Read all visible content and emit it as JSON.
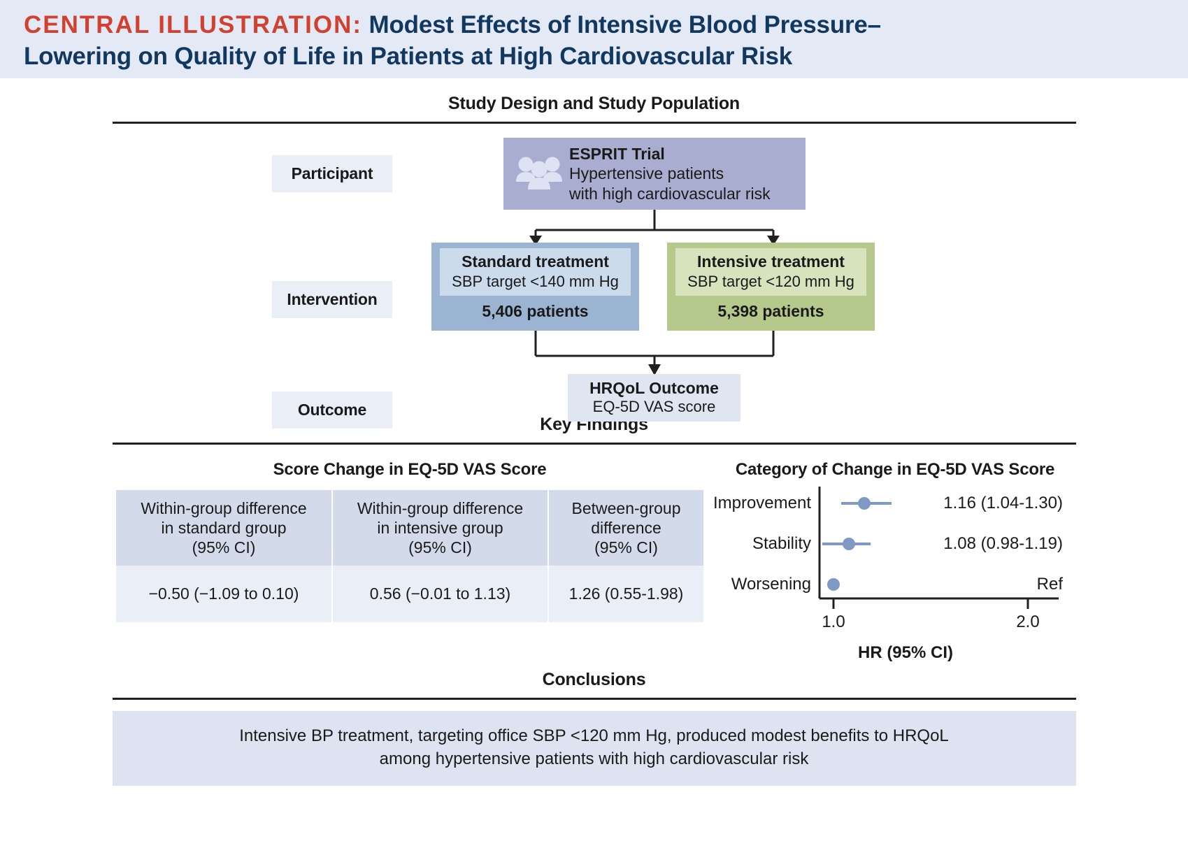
{
  "header": {
    "label": "CENTRAL ILLUSTRATION:",
    "title_line1": "Modest Effects of Intensive Blood Pressure–",
    "title_line2": "Lowering on Quality of Life in Patients at High Cardiovascular Risk",
    "accent_color": "#d2402f",
    "title_color": "#12385f",
    "banner_color": "#e4eaf5"
  },
  "sections": {
    "study_design": "Study Design and Study Population",
    "key_findings": "Key Findings",
    "conclusions": "Conclusions"
  },
  "flow": {
    "stage_participant": "Participant",
    "stage_intervention": "Intervention",
    "stage_outcome": "Outcome",
    "participant": {
      "title": "ESPRIT Trial",
      "line1": "Hypertensive patients",
      "line2": "with high cardiovascular risk",
      "color": "#a9aed1"
    },
    "standard": {
      "title": "Standard treatment",
      "target": "SBP target <140 mm Hg",
      "count": "5,406 patients",
      "color": "#9ab4d2",
      "inner_color": "#ccdbeb"
    },
    "intensive": {
      "title": "Intensive treatment",
      "target": "SBP target <120 mm Hg",
      "count": "5,398 patients",
      "color": "#b5c98c",
      "inner_color": "#d7e3bd"
    },
    "outcome": {
      "title": "HRQoL Outcome",
      "sub": "EQ-5D VAS score",
      "color": "#dfe5f1"
    }
  },
  "score_panel": {
    "title": "Score Change in EQ-5D VAS Score",
    "headers": [
      "Within-group difference\nin standard group\n(95% CI)",
      "Within-group difference\nin intensive group\n(95% CI)",
      "Between-group\ndifference\n(95% CI)"
    ],
    "header_l1": [
      "Within-group difference",
      "Within-group difference",
      "Between-group"
    ],
    "header_l2": [
      "in standard group",
      "in intensive group",
      "difference"
    ],
    "header_l3": [
      "(95% CI)",
      "(95% CI)",
      "(95% CI)"
    ],
    "values": [
      "−0.50 (−1.09 to 0.10)",
      "0.56 (−0.01 to 1.13)",
      "1.26 (0.55-1.98)"
    ]
  },
  "chart_data": {
    "type": "scatter",
    "title": "Category of Change in EQ-5D VAS Score",
    "xlabel": "HR (95% CI)",
    "ylabel": "",
    "xlim": [
      1.0,
      2.05
    ],
    "xticks": [
      1.0,
      2.0
    ],
    "xtick_labels": [
      "1.0",
      "2.0"
    ],
    "grid": false,
    "marker_color": "#7e9ac4",
    "categories": [
      "Improvement",
      "Stability",
      "Worsening"
    ],
    "points": [
      {
        "label": "Improvement",
        "hr": 1.16,
        "ci_low": 1.04,
        "ci_high": 1.3,
        "text": "1.16 (1.04-1.30)"
      },
      {
        "label": "Stability",
        "hr": 1.08,
        "ci_low": 0.98,
        "ci_high": 1.19,
        "text": "1.08 (0.98-1.19)"
      },
      {
        "label": "Worsening",
        "hr": 1.0,
        "ci_low": null,
        "ci_high": null,
        "text": "Ref"
      }
    ]
  },
  "conclusion": {
    "line1": "Intensive BP treatment, targeting office SBP <120 mm Hg, produced modest benefits to HRQoL",
    "line2": "among hypertensive patients with high cardiovascular risk"
  }
}
